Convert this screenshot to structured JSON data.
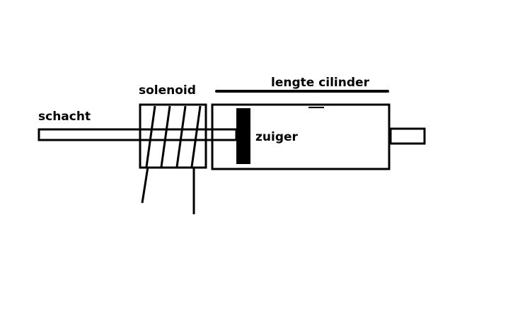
{
  "labels": {
    "shaft": "schacht",
    "solenoid": "solenoid",
    "cylinder_length": "lengte cilinder",
    "piston": "zuiger"
  },
  "colors": {
    "background": "#ffffff",
    "stroke": "#000000"
  }
}
